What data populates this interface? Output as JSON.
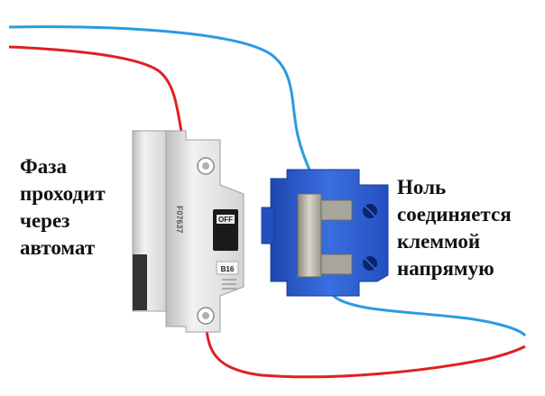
{
  "captions": {
    "phase": [
      "Фаза",
      "проходит",
      "через",
      "автомат"
    ],
    "neutral": [
      "Ноль",
      "соединяется",
      "клеммой",
      "напрямую"
    ]
  },
  "breaker": {
    "label_side": "F07637",
    "label_off": "OFF",
    "label_rating": "B16"
  },
  "colors": {
    "phase_wire": "#e02020",
    "neutral_wire": "#2a9be0",
    "terminal_block": "#2f5fd0",
    "breaker_body": "#e6e6e6"
  },
  "icons": [
    "circuit-breaker-icon",
    "terminal-block-icon"
  ]
}
